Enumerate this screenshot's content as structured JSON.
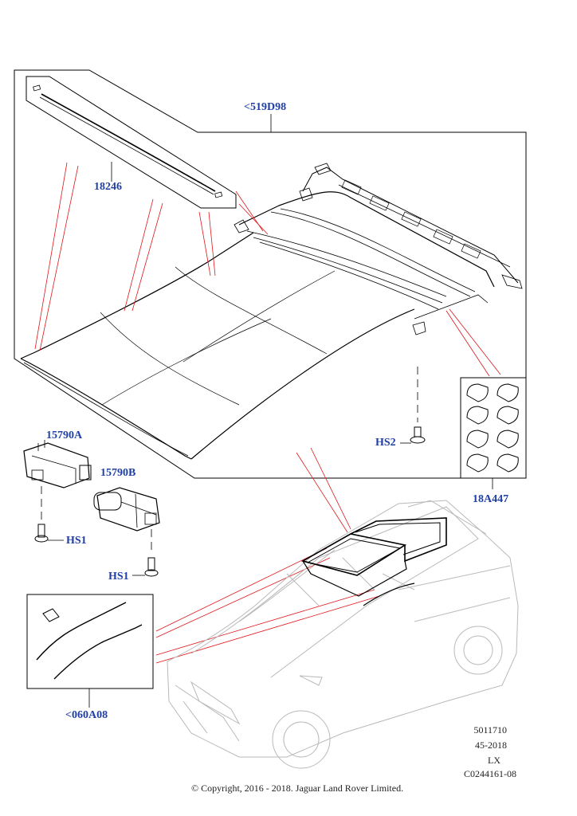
{
  "callouts": {
    "roof_assembly": "<519D98",
    "seal": "18246",
    "motor_a": "15790A",
    "motor_b": "15790B",
    "screw_hs2": "HS2",
    "screw_hs1_a": "HS1",
    "screw_hs1_b": "HS1",
    "bumpers": "18A447",
    "drain_tubes": "<060A08"
  },
  "meta": {
    "line1": "5011710",
    "line2": "45-2018",
    "line3": "LX",
    "line4": "C0244161-08"
  },
  "copyright": "© Copyright, 2016 - 2018. Jaguar Land Rover Limited.",
  "colors": {
    "callout_text": "#1f3fa6",
    "leader_red": "#e0161b",
    "line_art": "#000000",
    "car_outline": "#b9b9b9"
  },
  "icons": [
    "sunroof-panel-icon",
    "seal-strip-icon",
    "motor-icon",
    "screw-icon",
    "bumper-pad-icon",
    "drain-tube-icon",
    "vehicle-icon"
  ]
}
